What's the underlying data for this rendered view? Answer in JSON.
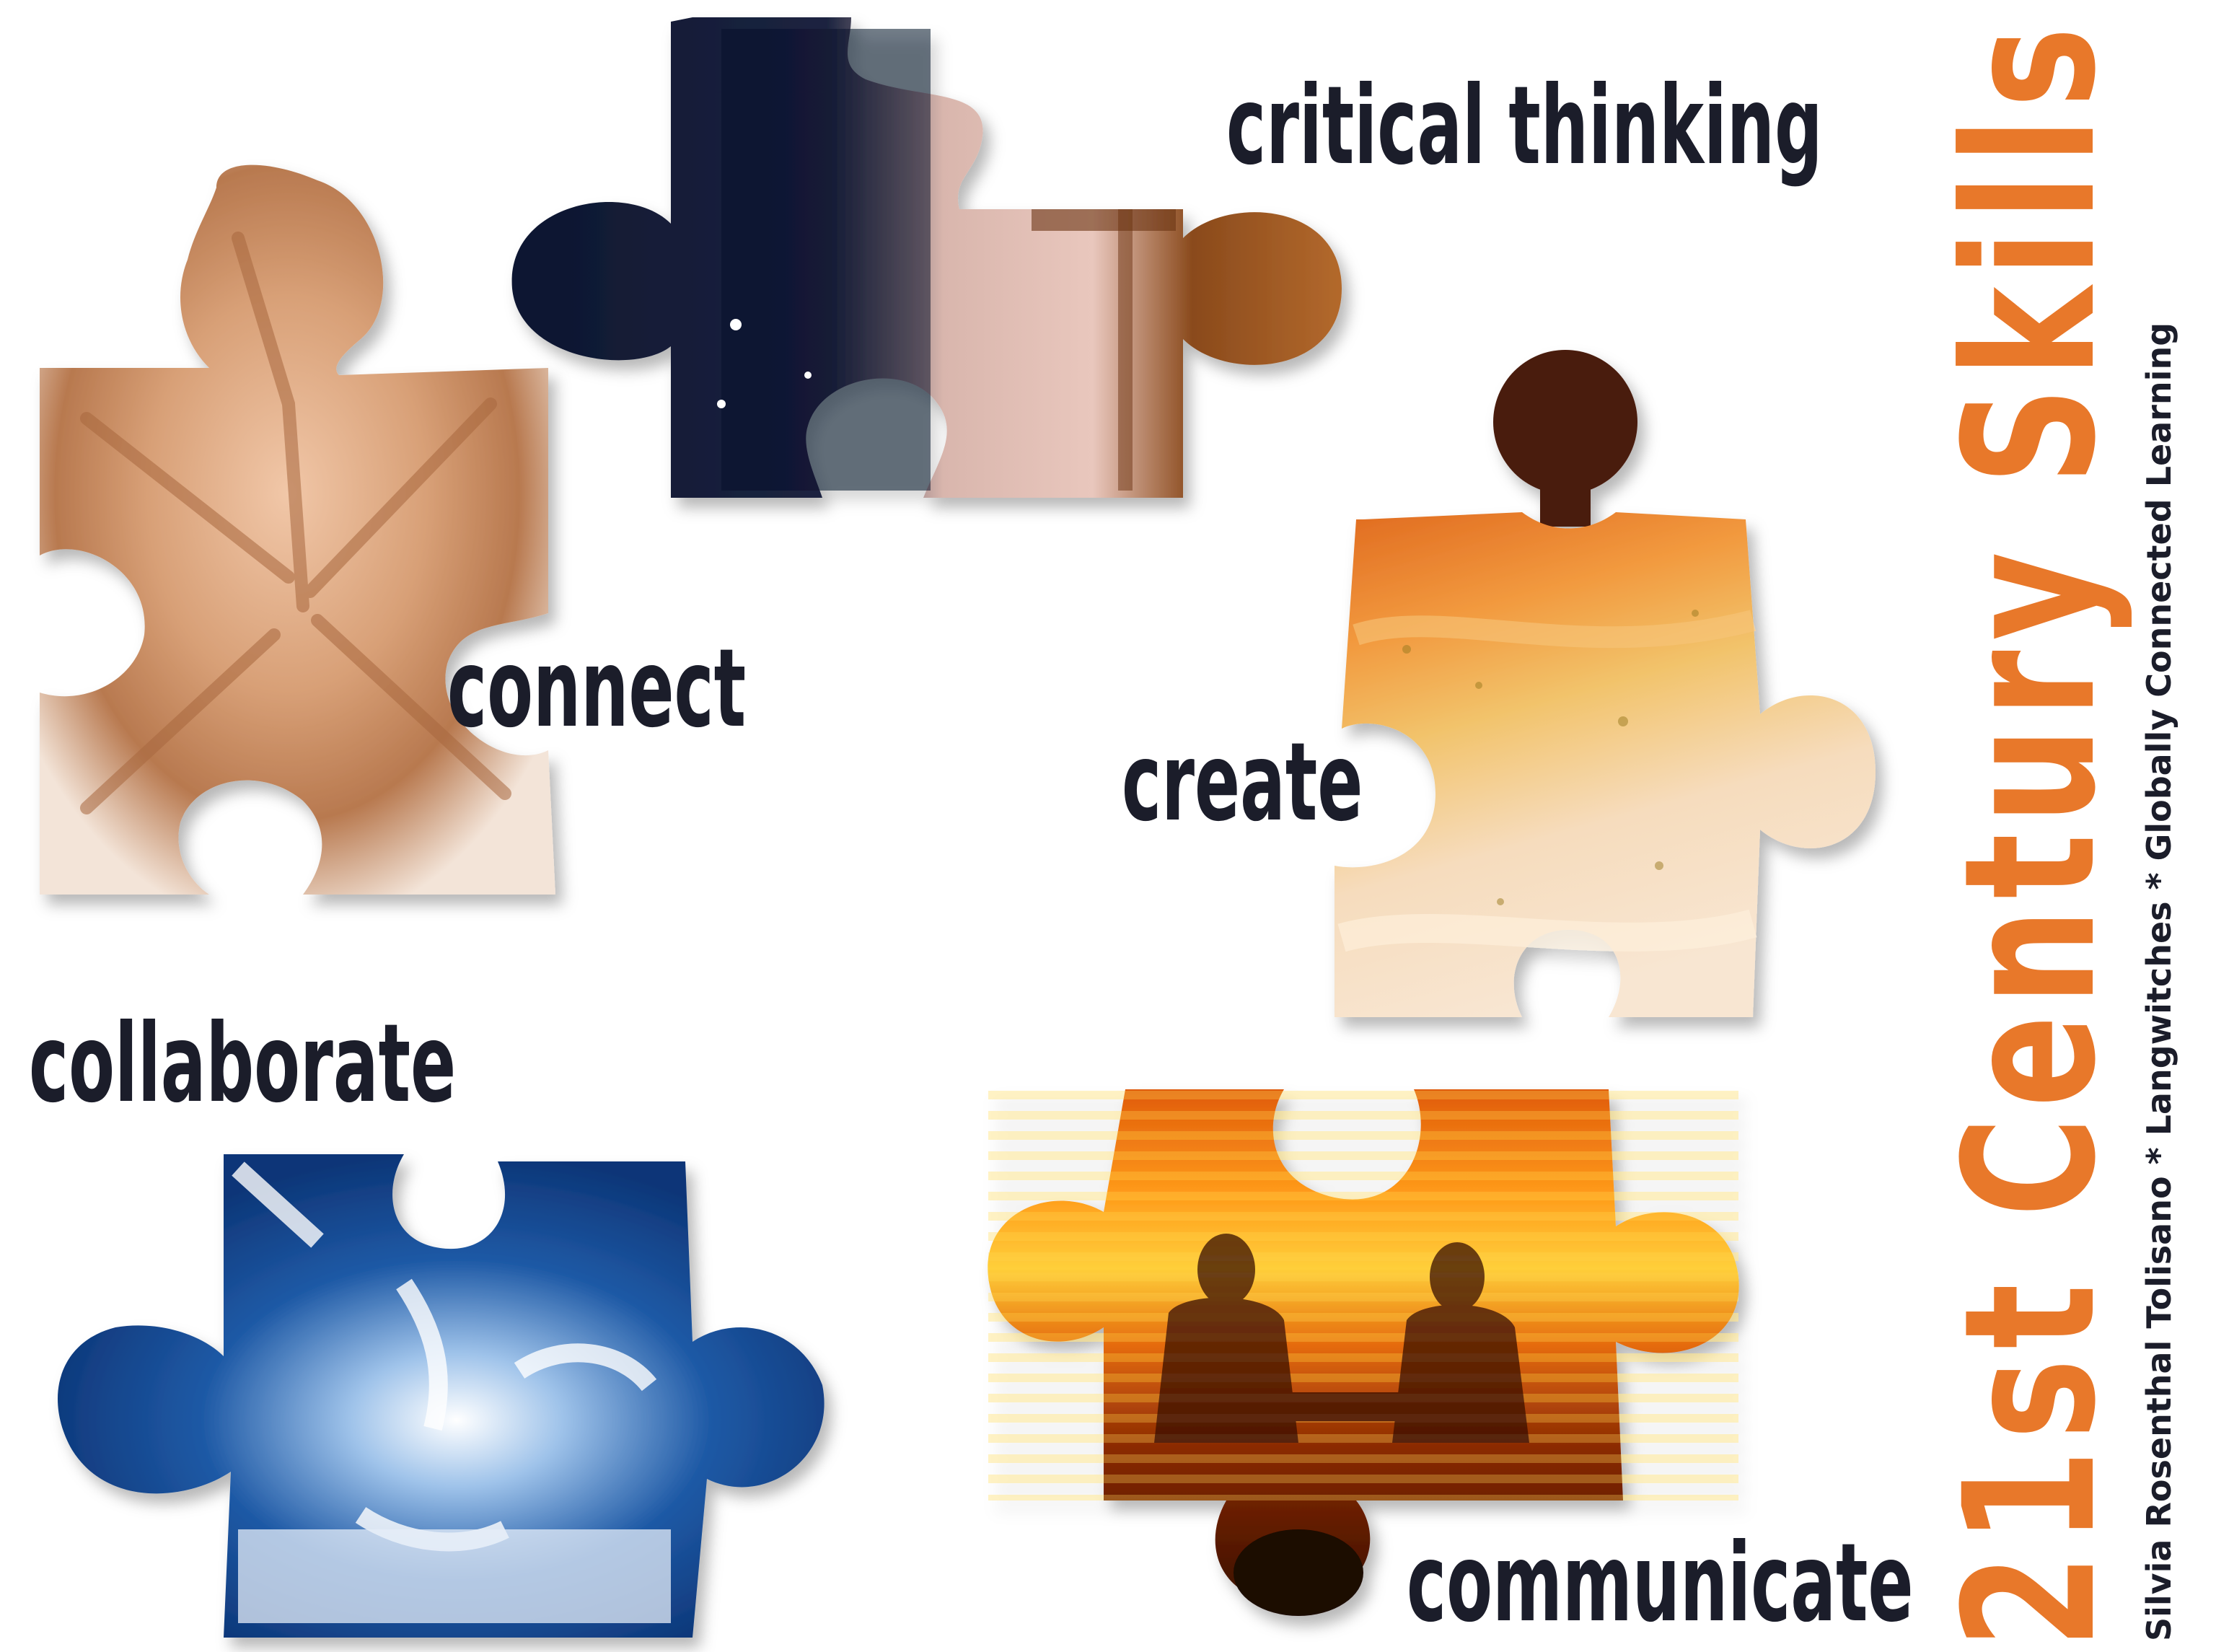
{
  "title": "21st Century Skills",
  "credit": "Silvia Rosenthal Tolisano * Langwitches * Globally Connected Learning",
  "pieces": {
    "critical_thinking": {
      "label": "critical thinking",
      "icon": "puzzle-piece-thinking-photo"
    },
    "connect": {
      "label": "connect",
      "icon": "puzzle-piece-hands-photo"
    },
    "create": {
      "label": "create",
      "icon": "puzzle-piece-painted-texture"
    },
    "collaborate": {
      "label": "collaborate",
      "icon": "puzzle-piece-blue-puzzle-photo"
    },
    "communicate": {
      "label": "communicate",
      "icon": "puzzle-piece-sunset-silhouette-photo"
    }
  },
  "colors": {
    "title": "#e8782a",
    "label_text": "#1b1d2a",
    "background": "#ffffff"
  }
}
